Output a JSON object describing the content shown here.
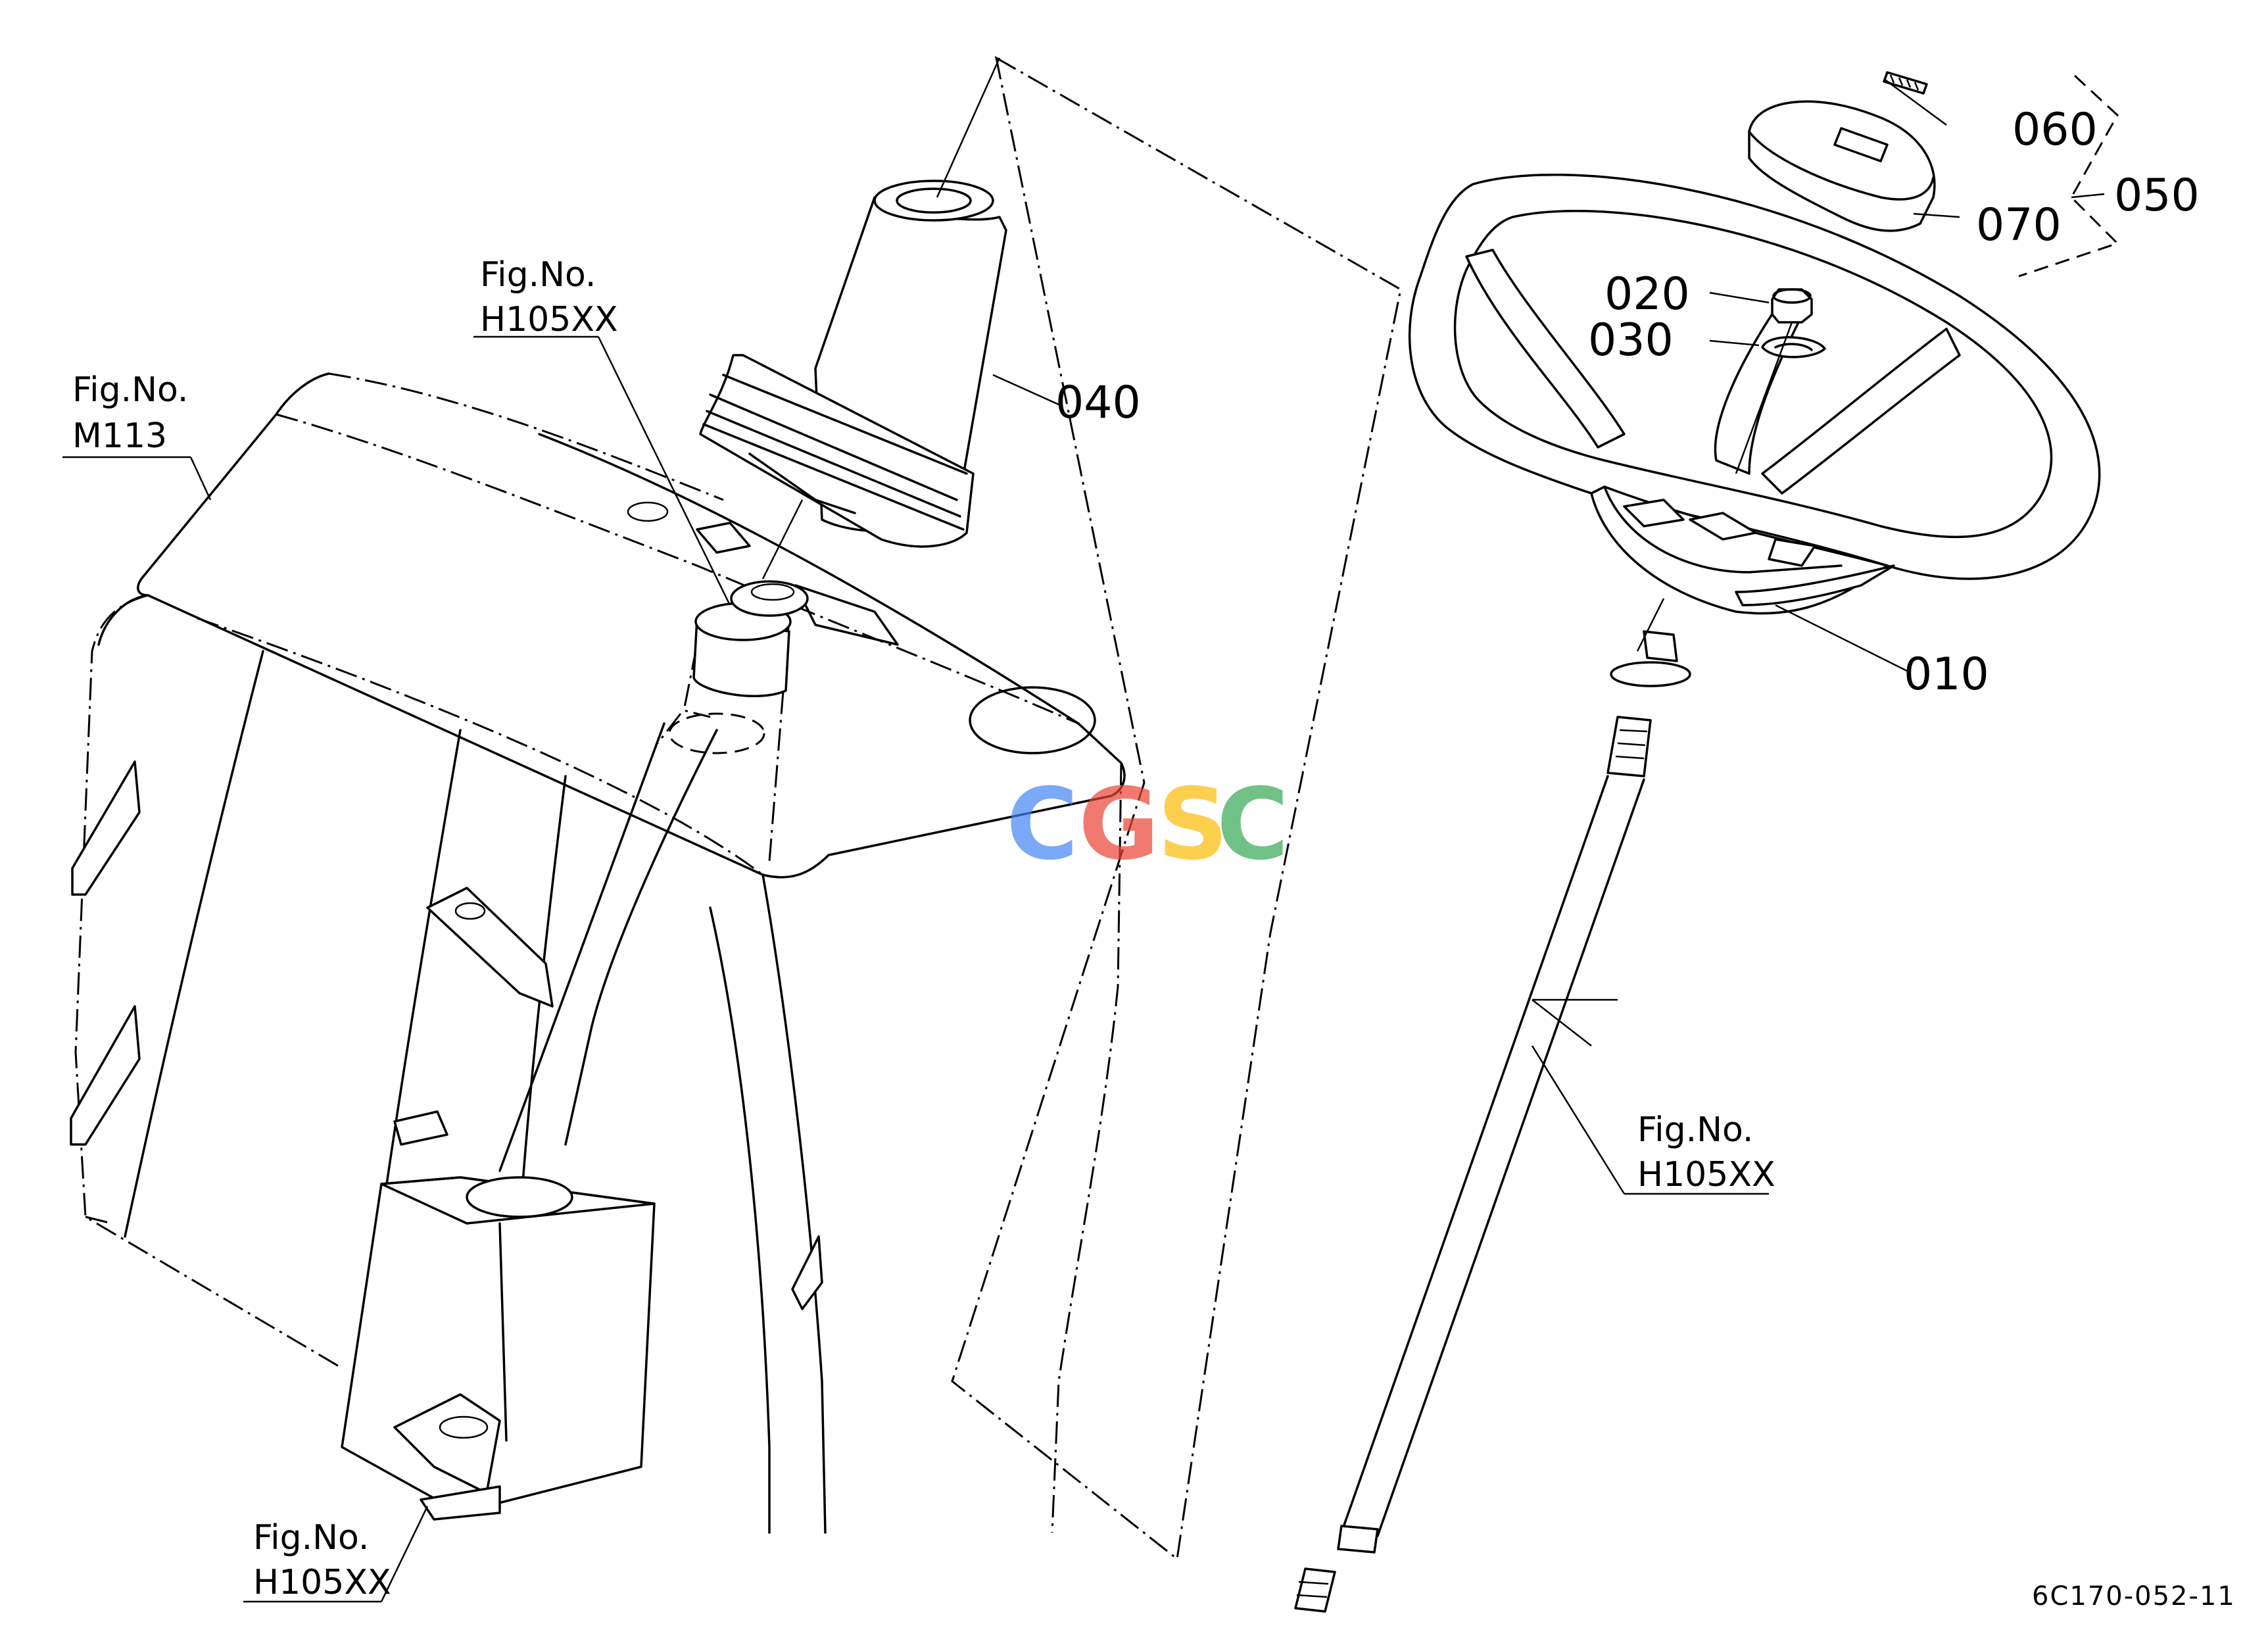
{
  "parts": {
    "p010": "010",
    "p020": "020",
    "p030": "030",
    "p040": "040",
    "p050": "050",
    "p060": "060",
    "p070": "070"
  },
  "references": {
    "m113": {
      "line1": "Fig.No.",
      "line2": "M113"
    },
    "h105_top": {
      "line1": "Fig.No.",
      "line2": "H105XX"
    },
    "h105_bottom": {
      "line1": "Fig.No.",
      "line2": "H105XX"
    },
    "h105_shaft": {
      "line1": "Fig.No.",
      "line2": "H105XX"
    }
  },
  "drawing_code": "6C170-052-11",
  "watermark": {
    "letters": [
      "C",
      "G",
      "S",
      "C"
    ],
    "colors": [
      "#4285F4",
      "#EA4335",
      "#FBBC05",
      "#34A853"
    ]
  }
}
